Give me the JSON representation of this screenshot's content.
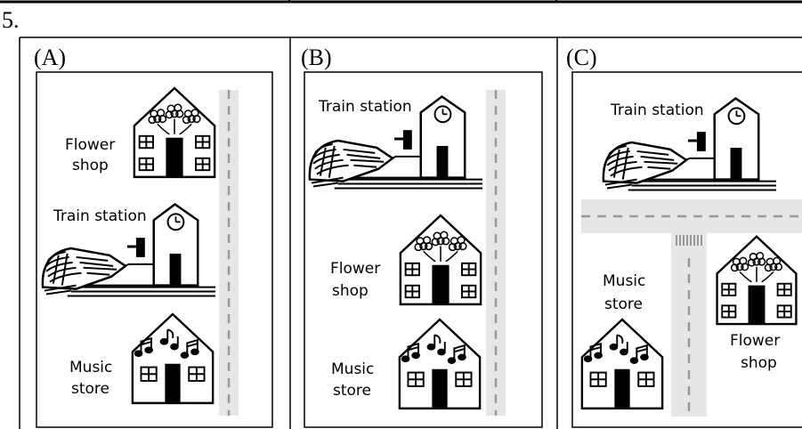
{
  "question_number": "5.",
  "panels": [
    {
      "label": "(A)",
      "places": {
        "flower": [
          "Flower",
          "shop"
        ],
        "train": [
          "Train station"
        ],
        "music": [
          "Music",
          "store"
        ]
      }
    },
    {
      "label": "(B)",
      "places": {
        "train": [
          "Train station"
        ],
        "flower": [
          "Flower",
          "shop"
        ],
        "music": [
          "Music",
          "store"
        ]
      }
    },
    {
      "label": "(C)",
      "places": {
        "train": [
          "Train station"
        ],
        "music": [
          "Music",
          "store"
        ],
        "flower": [
          "Flower",
          "shop"
        ]
      }
    }
  ]
}
